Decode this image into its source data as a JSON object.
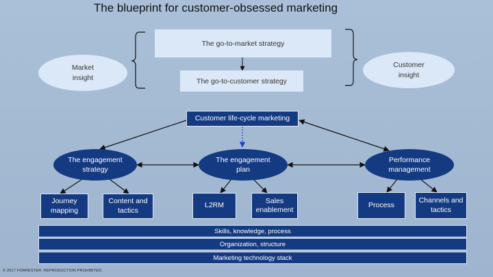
{
  "title": "The blueprint for customer-obsessed marketing",
  "strategy": {
    "go_to_market": "The go-to-market strategy",
    "go_to_customer": "The go-to-customer strategy",
    "market_insight": "Market\ninsight",
    "customer_insight": "Customer\ninsight"
  },
  "lifecycle": {
    "label": "Customer life-cycle marketing"
  },
  "pillars": {
    "engagement_strategy": "The engagement\nstrategy",
    "engagement_plan": "The engagement\nplan",
    "performance_management": "Performance\nmanagement"
  },
  "tactics": {
    "journey_mapping": "Journey\nmapping",
    "content_tactics": "Content and\ntactics",
    "l2rm": "L2RM",
    "sales_enablement": "Sales\nenablement",
    "process": "Process",
    "channels_tactics": "Channels and\ntactics"
  },
  "foundation": {
    "skills": "Skills, knowledge, process",
    "organization": "Organization, structure",
    "martech": "Marketing technology stack"
  },
  "copyright": "© 2017 FORRESTER. REPRODUCTION PROHIBITED.",
  "colors": {
    "background": "#a4bad3",
    "navy": "#143a82",
    "light_box": "#dbe8f7"
  }
}
